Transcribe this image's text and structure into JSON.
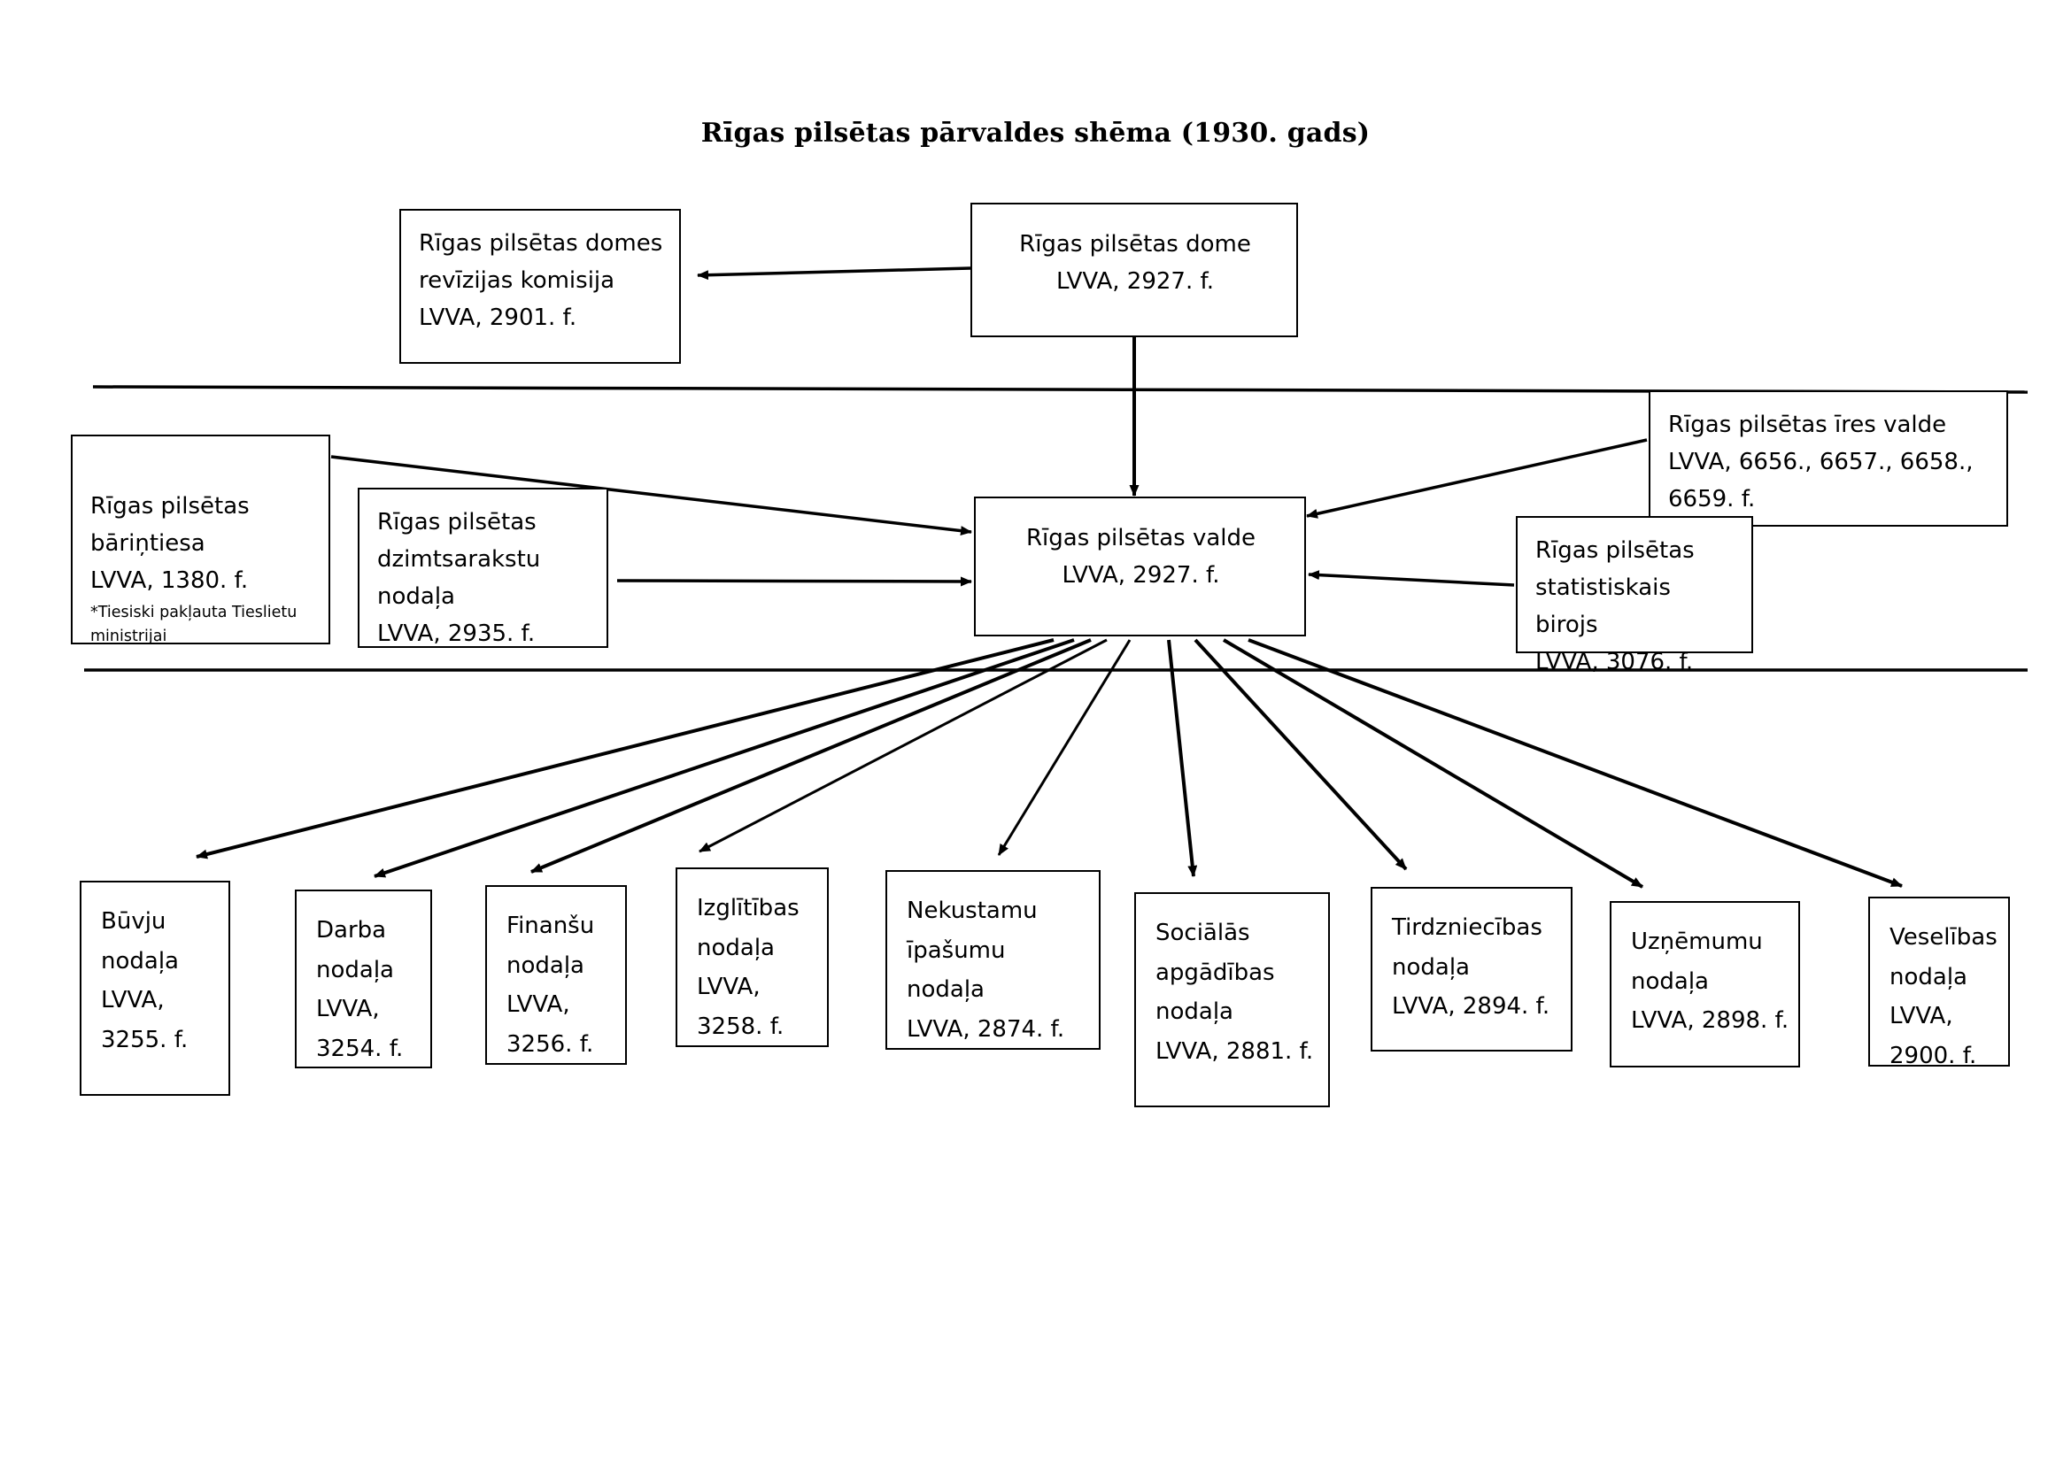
{
  "title": "Rīgas pilsētas pārvaldes shēma (1930. gads)",
  "colors": {
    "ink": "#000000",
    "paper": "#ffffff"
  },
  "top_level": {
    "audit_commission": "Rīgas pilsētas  domes\nrevīzijas  komisija\nLVVA, 2901. f.",
    "council": "Rīgas pilsētas dome\nLVVA, 2927. f."
  },
  "board": {
    "label": "Rīgas pilsētas valde\nLVVA, 2927. f."
  },
  "side_bodies": {
    "orphans_court": {
      "label": "Rīgas  pilsētas\nbāriņtiesa\nLVVA, 1380. f.",
      "footnote": "*Tiesiski pakļauta Tieslietu ministrijai"
    },
    "registry_office": "Rīgas pilsētas\ndzimtsarakstu\nnodaļa\nLVVA, 2935. f.",
    "rent_board": "Rīgas pilsētas īres valde\nLVVA, 6656., 6657., 6658.,\n6659. f.",
    "statistics_bureau": "Rīgas pilsētas\nstatistiskais birojs\nLVVA, 3076. f."
  },
  "departments": [
    {
      "name": "buvju",
      "label": "Būvju\nnodaļa\nLVVA,\n3255. f."
    },
    {
      "name": "darba",
      "label": "Darba\nnodaļa\nLVVA,\n3254. f."
    },
    {
      "name": "finansu",
      "label": "Finanšu\nnodaļa\nLVVA,\n3256. f."
    },
    {
      "name": "izglitibas",
      "label": "Izglītības\nnodaļa\nLVVA,\n3258. f."
    },
    {
      "name": "nekustamu-ipasumu",
      "label": "Nekustamu\nīpašumu\nnodaļa\nLVVA, 2874. f."
    },
    {
      "name": "socialas-apgadibas",
      "label": "Sociālās\napgādības\nnodaļa\nLVVA, 2881. f."
    },
    {
      "name": "tirdzniecibas",
      "label": "Tirdzniecības\nnodaļa\nLVVA, 2894. f."
    },
    {
      "name": "uznemumu",
      "label": "Uzņēmumu\nnodaļa\nLVVA, 2898. f."
    },
    {
      "name": "veselibas",
      "label": "Veselības\nnodaļa\nLVVA,\n2900. f."
    }
  ]
}
